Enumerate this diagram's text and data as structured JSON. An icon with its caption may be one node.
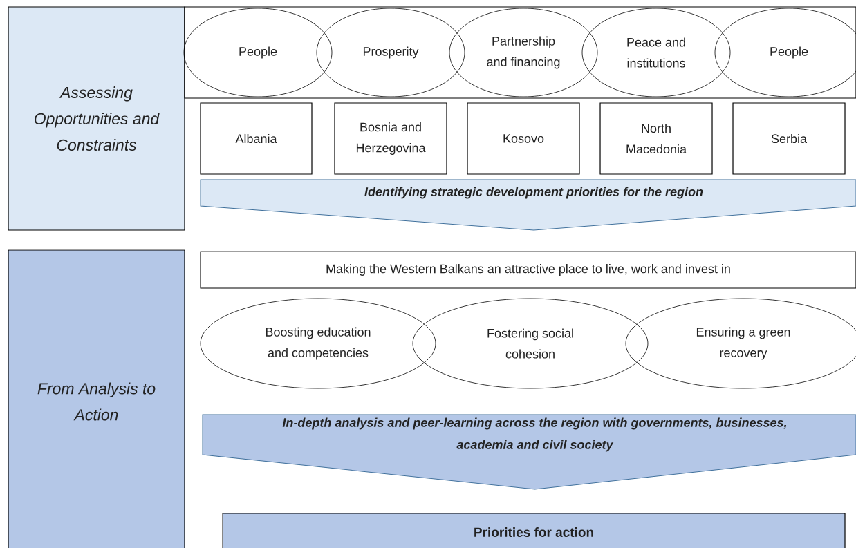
{
  "diagram": {
    "nodes": [
      {
        "text": [
          "Assessing Opportunities and Constraints"
        ]
      },
      {
        "text": [],
        "shape": "box"
      },
      {
        "text": [
          "People"
        ],
        "in": 1
      },
      {
        "text": [
          "Prosperity"
        ],
        "in": 1
      },
      {
        "text": [
          "Partnership and financing"
        ],
        "in": 1
      },
      {
        "text": [
          "Peace and institutions"
        ],
        "in": 1
      },
      {
        "text": [
          "People"
        ],
        "in": 1
      },
      {
        "text": [
          "Albania"
        ]
      },
      {
        "text": [
          "Bosnia and Herzegovina"
        ]
      },
      {
        "text": [
          "Kosovo"
        ]
      },
      {
        "text": [
          "North Macedonia"
        ]
      },
      {
        "text": [
          "Serbia"
        ]
      },
      {
        "text": [
          "Identifying strategic development priorities for the region"
        ]
      },
      {
        "text": [
          "From Analysis to Action"
        ]
      },
      {
        "text": [
          "Making the Western Balkans an attractive place to live, work and invest in"
        ]
      },
      {
        "text": [
          "Boosting education and competencies"
        ]
      },
      {
        "text": [
          "Fostering social cohesion"
        ]
      },
      {
        "text": [
          "Ensuring a green recovery"
        ]
      },
      {
        "text": [
          "In-depth analysis and peer-learning across the region with governments, businesses, academia and civil society"
        ]
      },
      {
        "text": [
          "Priorities for action"
        ]
      }
    ]
  }
}
